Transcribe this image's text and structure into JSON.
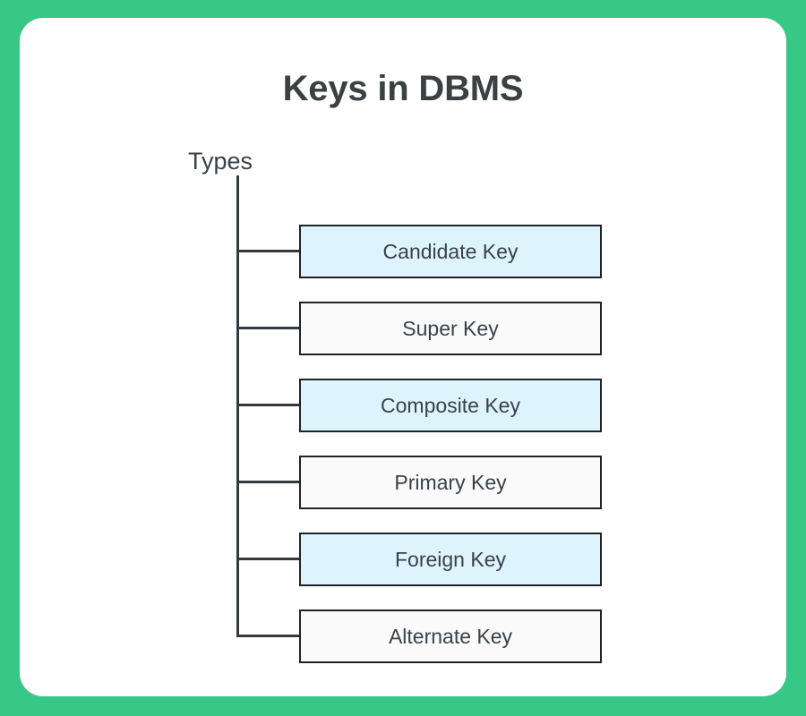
{
  "frame": {
    "accent_color": "#37c887",
    "card_color": "#ffffff"
  },
  "header": {
    "title": "Keys in DBMS",
    "title_color": "#3c4043"
  },
  "diagram": {
    "type": "tree",
    "root_label": "Types",
    "line_color": "#343a40",
    "highlight_color": "#ddf4fc",
    "plain_color": "#fafafa",
    "text_color": "#3a4149",
    "nodes": [
      {
        "label": "Candidate Key",
        "fill": "blue"
      },
      {
        "label": "Super Key",
        "fill": "white"
      },
      {
        "label": "Composite Key",
        "fill": "blue"
      },
      {
        "label": "Primary Key",
        "fill": "white"
      },
      {
        "label": "Foreign Key",
        "fill": "blue"
      },
      {
        "label": "Alternate Key",
        "fill": "white"
      }
    ]
  }
}
